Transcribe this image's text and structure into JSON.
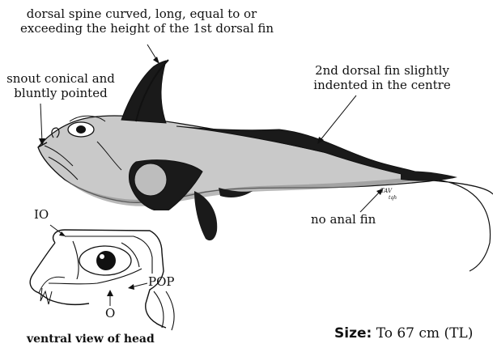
{
  "labels": {
    "dorsal_spine_line1": "dorsal spine curved, long, equal to or",
    "dorsal_spine_line2": "exceeding the height of the 1st dorsal fin",
    "snout_line1": "snout conical and",
    "snout_line2": "bluntly pointed",
    "second_dorsal_line1": "2nd dorsal fin slightly",
    "second_dorsal_line2": "indented in the centre",
    "no_anal_fin": "no anal fin",
    "io": "IO",
    "pop": "POP",
    "o": "O",
    "ventral_view": "ventral view of head"
  },
  "size": {
    "key": "Size:",
    "value": "To 67 cm (TL)"
  },
  "colors": {
    "ink": "#111111",
    "fin_dark": "#1a1a1a",
    "body_shade": "#9a9a9a",
    "background": "#ffffff"
  }
}
